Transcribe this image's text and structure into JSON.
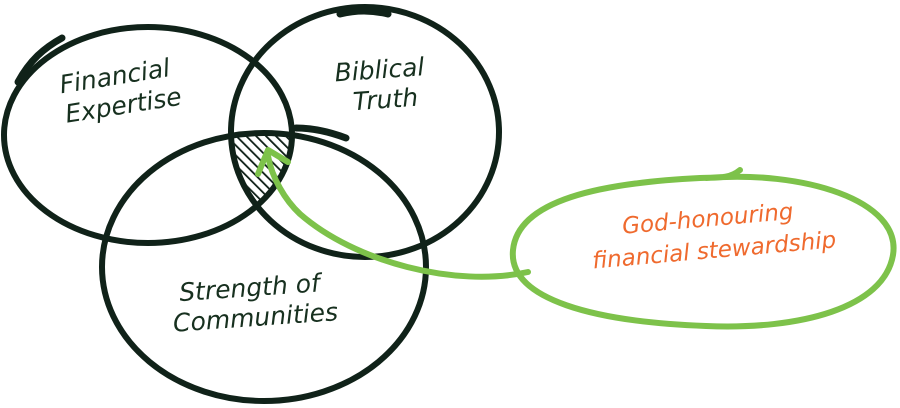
{
  "diagram": {
    "circles": [
      {
        "label_lines": [
          "Financial",
          "Expertise"
        ]
      },
      {
        "label_lines": [
          "Biblical",
          "Truth"
        ]
      },
      {
        "label_lines": [
          "Strength of",
          "Communities"
        ]
      }
    ],
    "callout": {
      "label_lines": [
        "God-honouring",
        "financial stewardship"
      ]
    }
  },
  "colors": {
    "ink": "#102219",
    "label": "#17301f",
    "callout_stroke": "#7dc24a",
    "callout_text": "#ef6a2e",
    "hatch": "#0d1e16"
  }
}
